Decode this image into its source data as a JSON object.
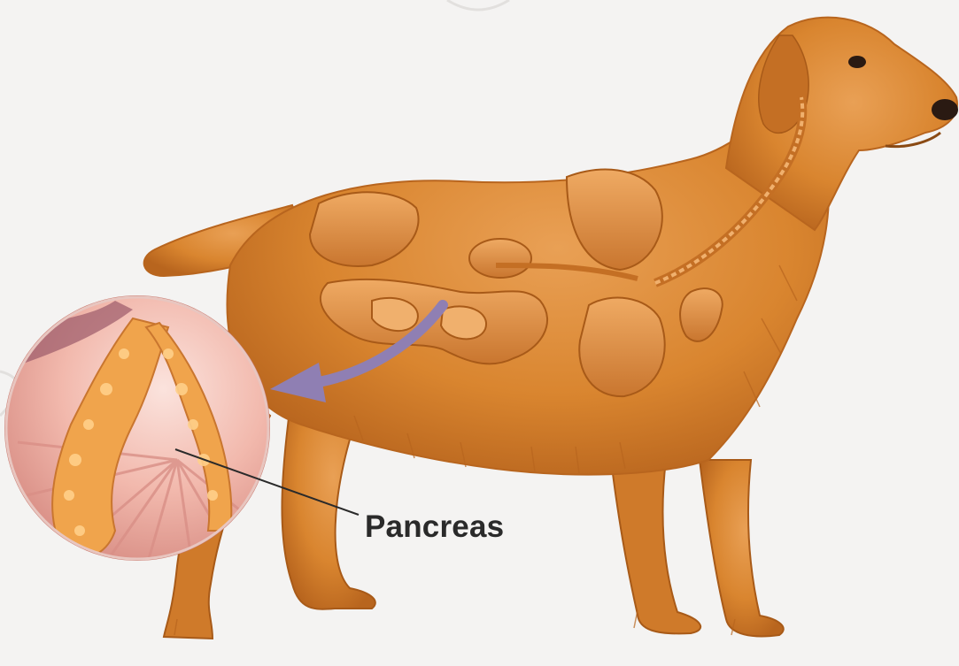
{
  "figure": {
    "label": "Pancreas"
  },
  "colors": {
    "background": "#f4f3f2",
    "fur": "#d9852f",
    "fur_dark": "#b8651e",
    "organ": "#e39a52",
    "inset_pink": "#f2b9ad",
    "arrow": "#8f7fb3",
    "leader_line": "#2a2a2a"
  },
  "icons": [
    "dog-anatomy-illustration",
    "pancreas-magnifier-inset",
    "pointer-arrow"
  ]
}
